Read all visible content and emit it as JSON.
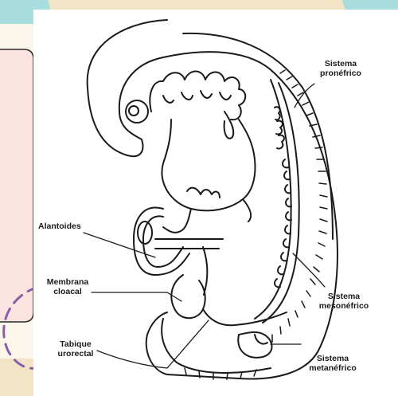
{
  "labels": {
    "pronefrico": {
      "line1": "Sistema",
      "line2": "pronéfrico"
    },
    "alantoides": "Alantoides",
    "membrana": {
      "line1": "Membrana",
      "line2": "cloacal"
    },
    "mesonefrico": {
      "line1": "Sistema",
      "line2": "mesonéfrico"
    },
    "tabique": {
      "line1": "Tabique",
      "line2": "urorectal"
    },
    "metanefrico": {
      "line1": "Sistema",
      "line2": "metanéfrico"
    }
  },
  "colors": {
    "background_tan": "#f3e4c8",
    "teal_accent": "#a8dde0",
    "pink_card": "#fbe3e1",
    "cream_card": "#fbf6ea",
    "purple_dashes": "#8b5fa8",
    "diagram_panel": "#ffffff",
    "line_ink": "#1a1a1a"
  }
}
